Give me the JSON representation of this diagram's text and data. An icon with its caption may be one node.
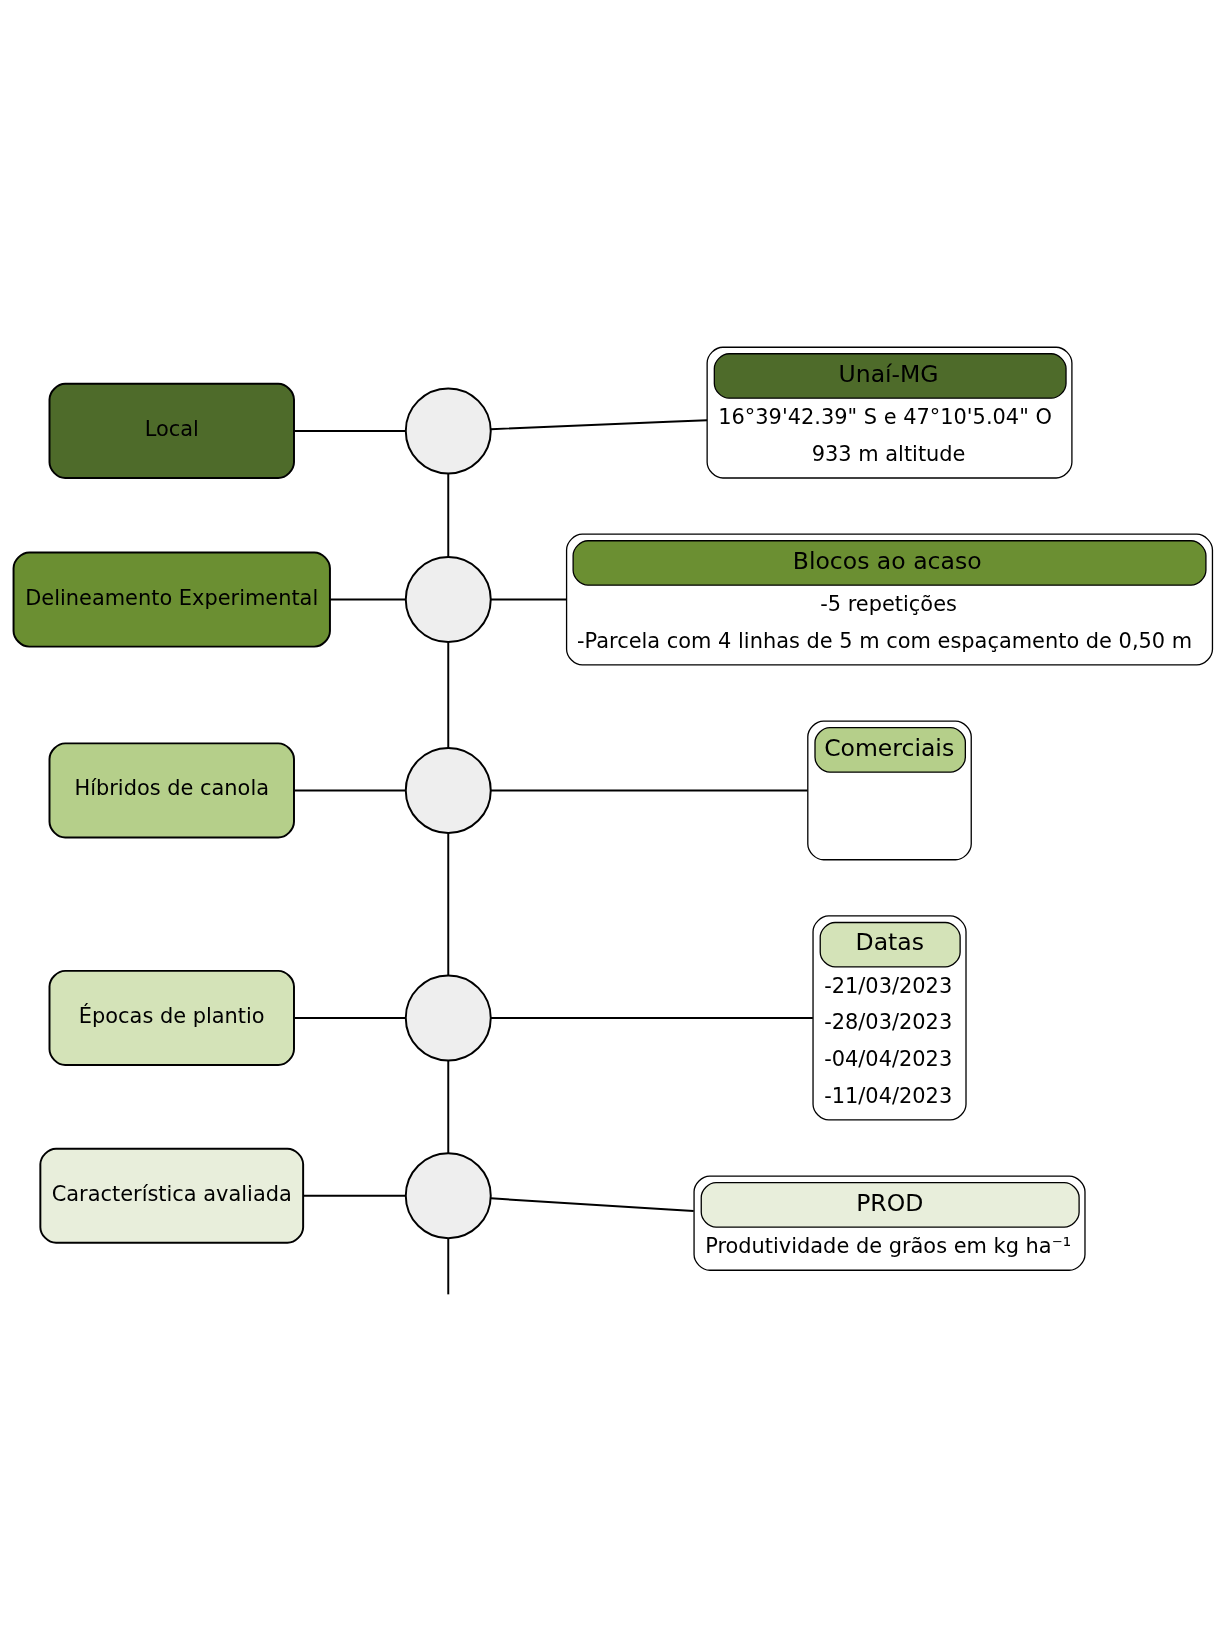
{
  "diagram": {
    "nodes": [
      {
        "text": [
          "Local"
        ]
      },
      {
        "text": [],
        "shape": "circle"
      },
      {
        "text": [
          "Unaí-MG",
          "16°39'42.39\" S e 47°10'5.04\" O",
          "933 m altitude"
        ]
      },
      {
        "text": [
          "Delineamento Experimental"
        ]
      },
      {
        "text": [],
        "shape": "circle"
      },
      {
        "text": [
          "Blocos ao acaso",
          "-5 repetições",
          "-Parcela com 4 linhas de 5 m com espaçamento de 0,50 m"
        ]
      },
      {
        "text": [
          "Híbridos de canola"
        ]
      },
      {
        "text": [],
        "shape": "circle"
      },
      {
        "text": [
          "Comerciais"
        ]
      },
      {
        "text": [
          "Épocas de plantio"
        ]
      },
      {
        "text": [],
        "shape": "circle"
      },
      {
        "text": [
          "Datas",
          "-21/03/2023",
          "-28/03/2023",
          "-04/04/2023",
          "-11/04/2023"
        ]
      },
      {
        "text": [
          "Característica avaliada"
        ]
      },
      {
        "text": [],
        "shape": "circle"
      },
      {
        "text": [
          "PROD",
          "Produtividade de grãos em kg ha⁻¹"
        ]
      }
    ],
    "edges": [
      {
        "from": 0,
        "to": 1,
        "arrow": "none"
      },
      {
        "from": 1,
        "to": 2,
        "arrow": "none"
      },
      {
        "from": 3,
        "to": 4,
        "arrow": "none"
      },
      {
        "from": 4,
        "to": 5,
        "arrow": "none"
      },
      {
        "from": 6,
        "to": 7,
        "arrow": "none"
      },
      {
        "from": 7,
        "to": 8,
        "arrow": "none"
      },
      {
        "from": 9,
        "to": 10,
        "arrow": "none"
      },
      {
        "from": 10,
        "to": 11,
        "arrow": "none"
      },
      {
        "from": 12,
        "to": 13,
        "arrow": "none"
      },
      {
        "from": 13,
        "to": 14,
        "arrow": "none"
      },
      {
        "from": 1,
        "to": 4,
        "arrow": "none"
      },
      {
        "from": 4,
        "to": 7,
        "arrow": "none"
      },
      {
        "from": 7,
        "to": 10,
        "arrow": "none"
      },
      {
        "from": 10,
        "to": 13,
        "arrow": "none"
      },
      {
        "from": 13,
        "to": null,
        "arrow": "none"
      }
    ]
  }
}
